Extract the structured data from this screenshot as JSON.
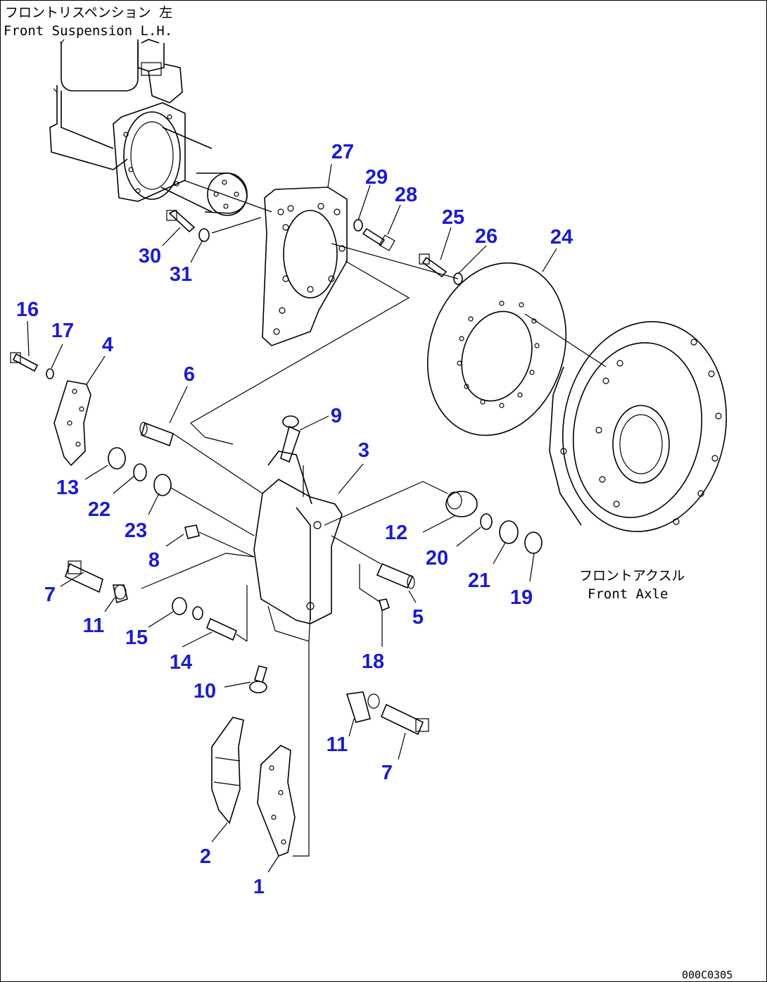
{
  "captions": {
    "suspension_jp": "フロントリスペンション 左",
    "suspension_en": "Front Suspension L.H.",
    "axle_jp": "フロントアクスル",
    "axle_en": "Front Axle",
    "drawing_code": "000C0305"
  },
  "callout_color": "#1a1ad6",
  "callouts": [
    "27",
    "29",
    "28",
    "25",
    "26",
    "24",
    "30",
    "31",
    "16",
    "17",
    "4",
    "6",
    "9",
    "3",
    "13",
    "22",
    "23",
    "8",
    "12",
    "20",
    "21",
    "19",
    "7",
    "11",
    "15",
    "14",
    "10",
    "18",
    "5",
    "11",
    "7",
    "2",
    "1"
  ]
}
